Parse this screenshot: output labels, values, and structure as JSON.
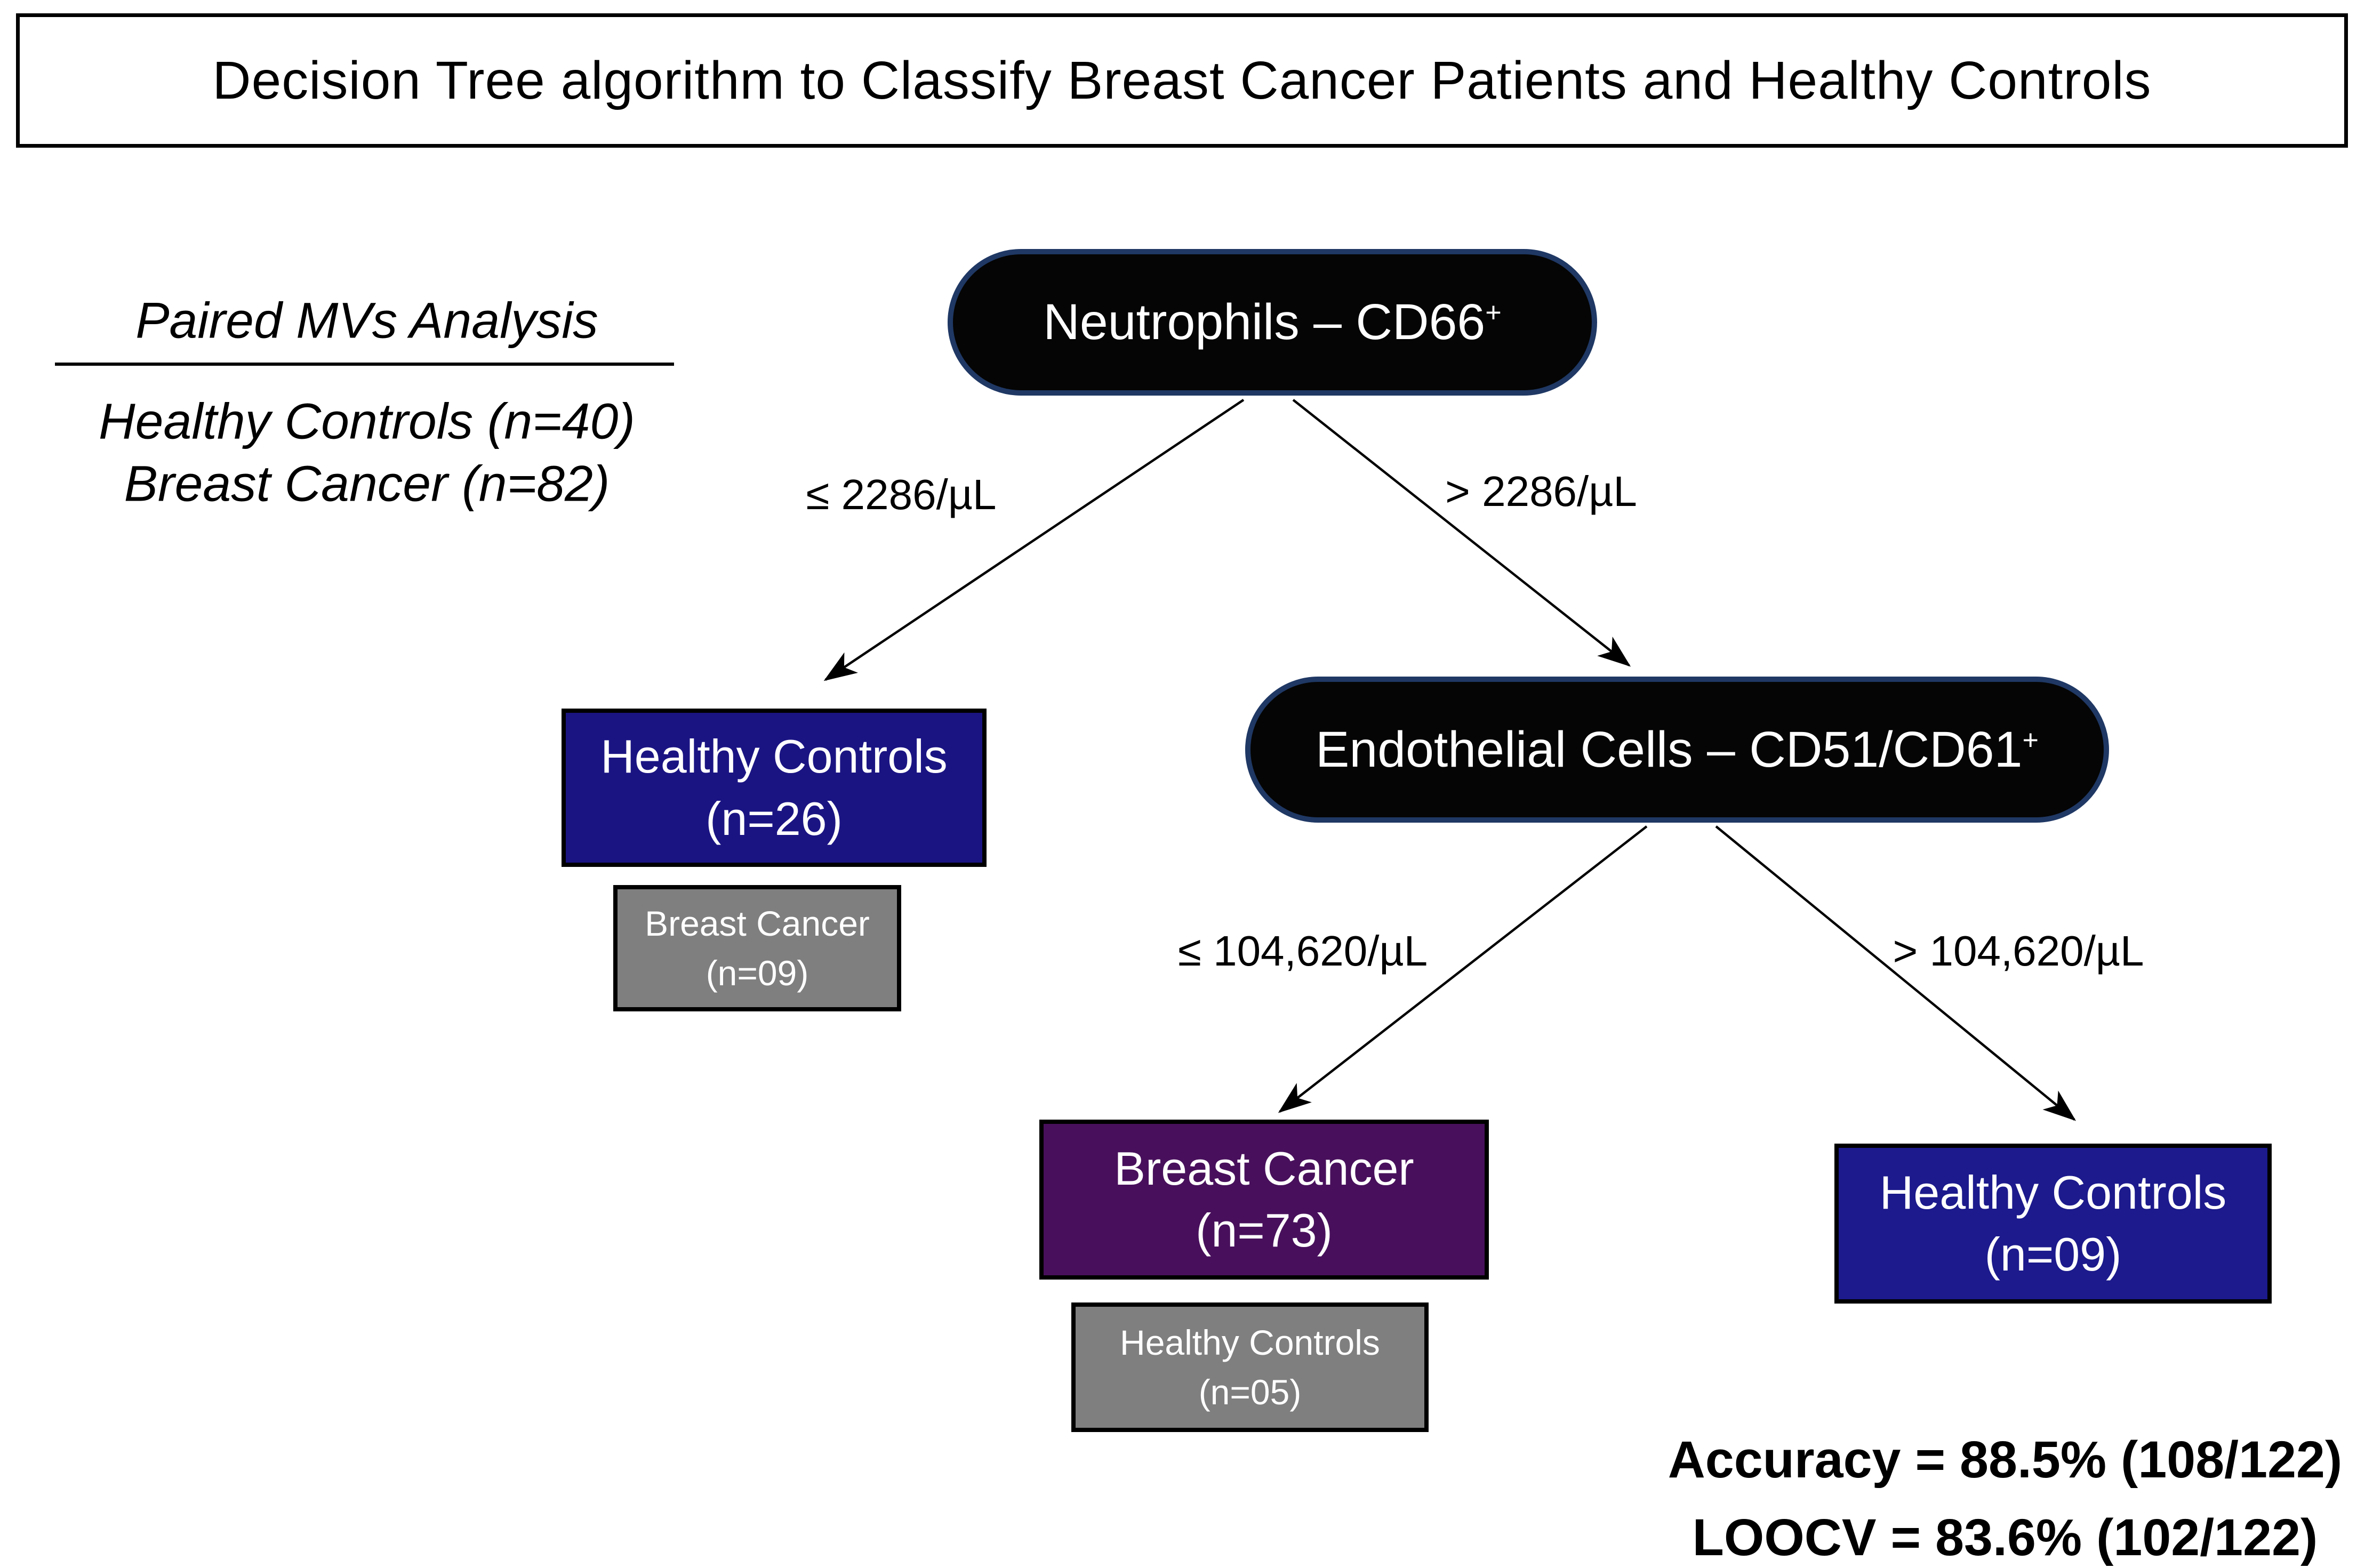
{
  "title": "Decision Tree algorithm to Classify Breast Cancer Patients and Healthy Controls",
  "legend": {
    "heading": "Paired MVs Analysis",
    "cohort1": "Healthy Controls (n=40)",
    "cohort2": "Breast Cancer (n=82)"
  },
  "nodes": {
    "root": {
      "text": "Neutrophils – CD66",
      "sup": "+"
    },
    "endothelial": {
      "text": "Endothelial Cells – CD51/CD61",
      "sup": "+"
    }
  },
  "branch_labels": {
    "root_left": "≤ 2286/µL",
    "root_right": "> 2286/µL",
    "endo_left": "≤ 104,620/µL",
    "endo_right": "> 104,620/µL"
  },
  "leaves": {
    "healthy_26": {
      "line1": "Healthy Controls",
      "line2": "(n=26)"
    },
    "breast_09": {
      "line1": "Breast Cancer",
      "line2": "(n=09)"
    },
    "breast_73": {
      "line1": "Breast Cancer",
      "line2": "(n=73)"
    },
    "healthy_05": {
      "line1": "Healthy Controls",
      "line2": "(n=05)"
    },
    "healthy_09": {
      "line1": "Healthy Controls",
      "line2": "(n=09)"
    }
  },
  "metrics": {
    "accuracy": "Accuracy = 88.5% (108/122)",
    "loocv": "LOOCV = 83.6% (102/122)"
  },
  "colors": {
    "bg": "#FFFFFF",
    "ink": "#000000",
    "node-fill": "#050505",
    "node-border": "#1F3864",
    "leaf-blue": "#1A1483",
    "leaf-blue2": "#1C1A8C",
    "leaf-purple": "#48105C",
    "leaf-gray": "#7F7F7F"
  }
}
